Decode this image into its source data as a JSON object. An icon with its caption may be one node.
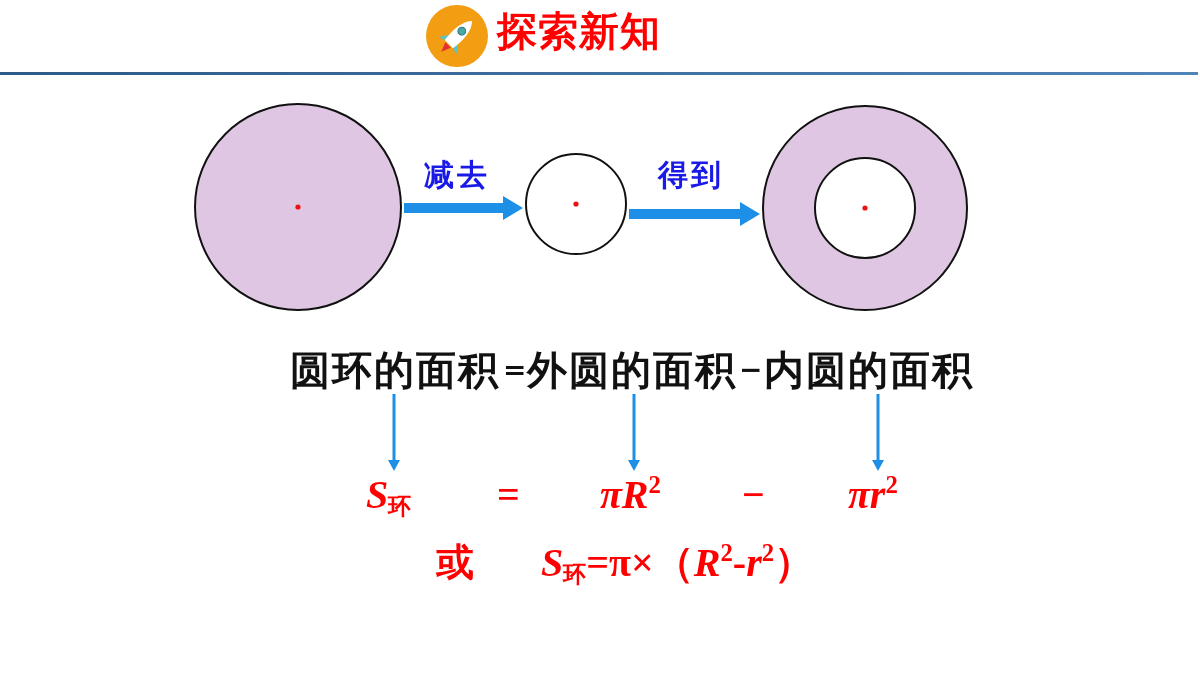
{
  "diagram": {
    "title": "探索新知",
    "nodes": [
      {
        "text": [],
        "shape": "circle"
      },
      {
        "text": [],
        "shape": "circle"
      },
      {
        "text": [],
        "shape": "ring"
      },
      {
        "text": [
          "圆环的面积"
        ]
      },
      {
        "text": [
          "外圆的面积"
        ]
      },
      {
        "text": [
          "内圆的面积"
        ]
      },
      {
        "text": [
          "*S*$_{环}$"
        ]
      },
      {
        "text": [
          "*πR*$^{2}$"
        ]
      },
      {
        "text": [
          "*πr*$^{2}$"
        ]
      }
    ],
    "edges": [
      {
        "from": 0,
        "to": 1,
        "arrow": "to",
        "label": "减去",
        "style": "thick"
      },
      {
        "from": 1,
        "to": 2,
        "arrow": "to",
        "label": "得到",
        "style": "thick"
      },
      {
        "from": 3,
        "to": 6,
        "arrow": "to"
      },
      {
        "from": 4,
        "to": 7,
        "arrow": "to"
      },
      {
        "from": 5,
        "to": 8,
        "arrow": "to"
      }
    ],
    "labels": [
      "=",
      "−",
      "=",
      "−",
      "或",
      "*S*$_{环}$=π×（*R*$^{2}$-*r*$^{2}$）"
    ]
  }
}
